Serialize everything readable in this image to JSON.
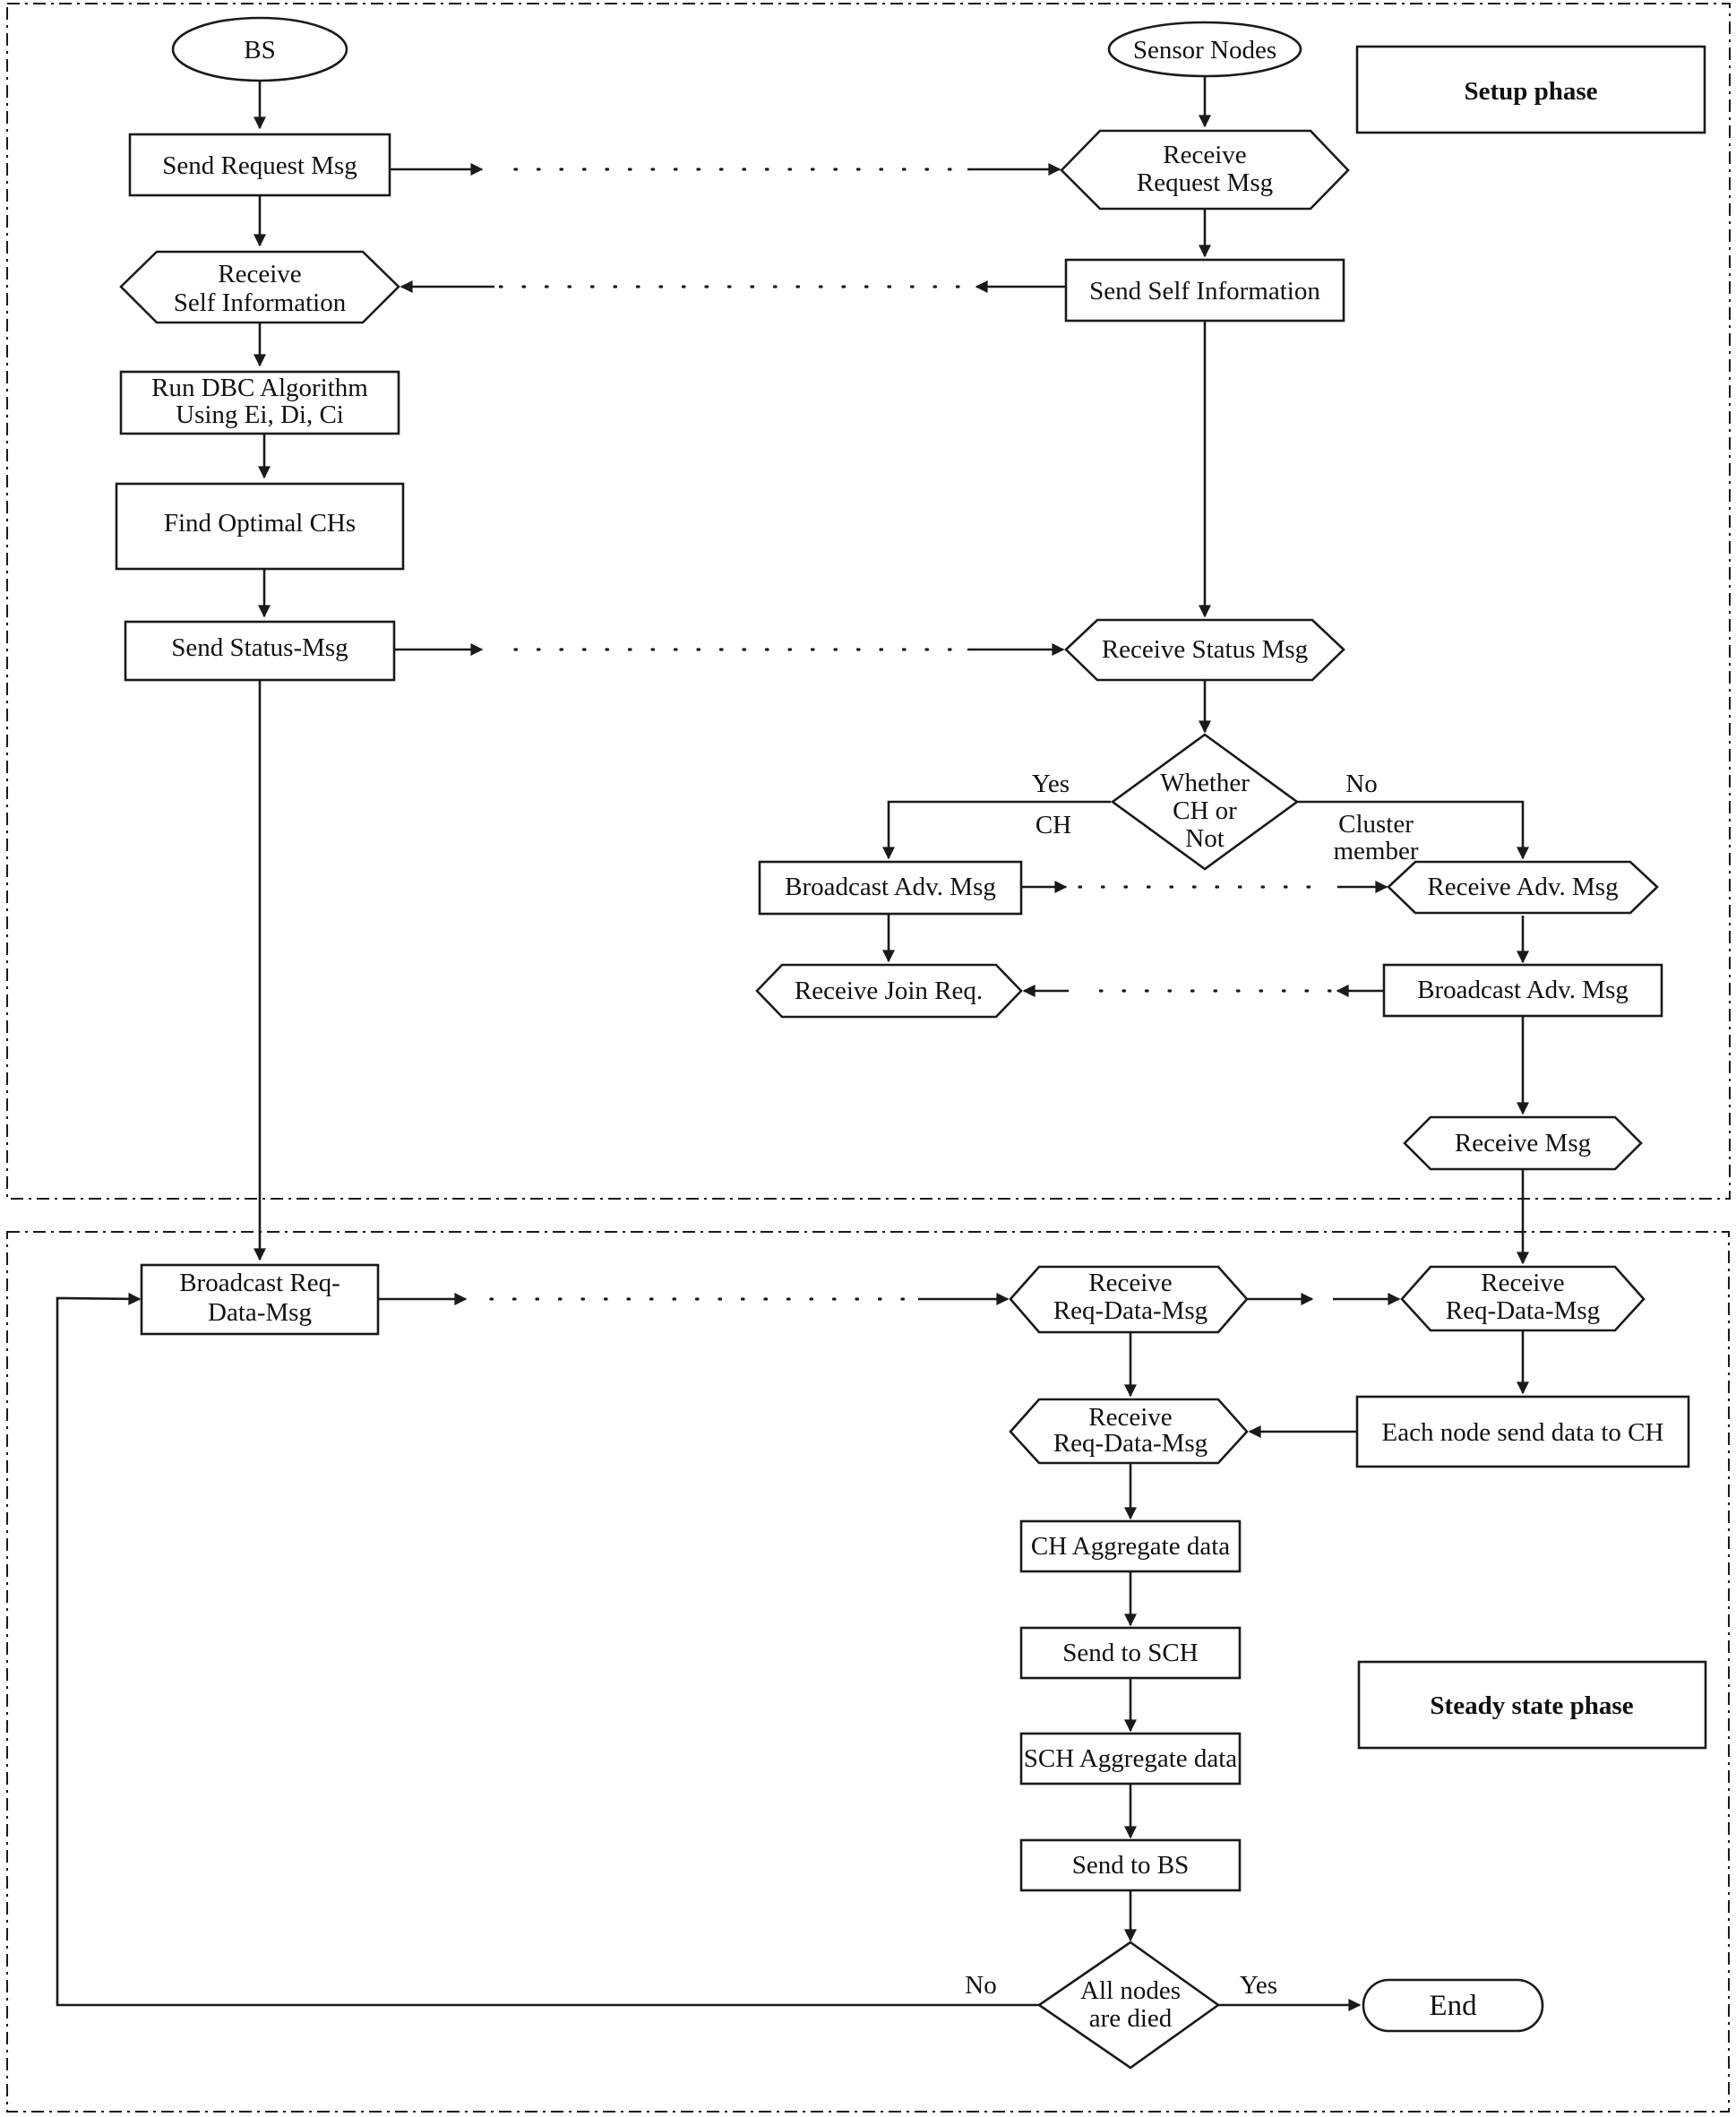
{
  "start": {
    "bs": "BS",
    "sensor_nodes": "Sensor Nodes"
  },
  "phases": {
    "setup": "Setup phase",
    "steady": "Steady state phase"
  },
  "bs_steps": {
    "send_request": "Send Request Msg",
    "receive_self_1": "Receive",
    "receive_self_2": "Self Information",
    "run_dbc_1": "Run DBC Algorithm",
    "run_dbc_2": "Using Ei, Di, Ci",
    "find_optimal": "Find Optimal CHs",
    "send_status": "Send Status-Msg",
    "broadcast_req_1": "Broadcast Req-",
    "broadcast_req_2": "Data-Msg"
  },
  "node_steps": {
    "receive_request_1": "Receive",
    "receive_request_2": "Request Msg",
    "send_self": "Send Self Information",
    "receive_status": "Receive Status Msg",
    "decision_1": "Whether",
    "decision_2": "CH or",
    "decision_3": "Not",
    "yes": "Yes",
    "ch": "CH",
    "no": "No",
    "cluster_1": "Cluster",
    "cluster_2": "member",
    "broadcast_adv_ch": "Broadcast Adv. Msg",
    "receive_join": "Receive Join Req.",
    "receive_adv": "Receive Adv. Msg",
    "broadcast_adv_member": "Broadcast Adv. Msg",
    "receive_msg": "Receive Msg"
  },
  "steady_steps": {
    "ch_receive_req_1": "Receive",
    "ch_receive_req_2": "Req-Data-Msg",
    "member_receive_req_1": "Receive",
    "member_receive_req_2": "Req-Data-Msg",
    "each_node_send": "Each node send data  to CH",
    "ch_receive_data_1": "Receive",
    "ch_receive_data_2": "Req-Data-Msg",
    "ch_aggregate": "CH Aggregate data",
    "send_to_sch": "Send to SCH",
    "sch_aggregate": "SCH Aggregate data",
    "send_to_bs": "Send to BS",
    "final_decision_1": "All nodes",
    "final_decision_2": "are died",
    "final_no": "No",
    "final_yes": "Yes",
    "end": "End"
  }
}
